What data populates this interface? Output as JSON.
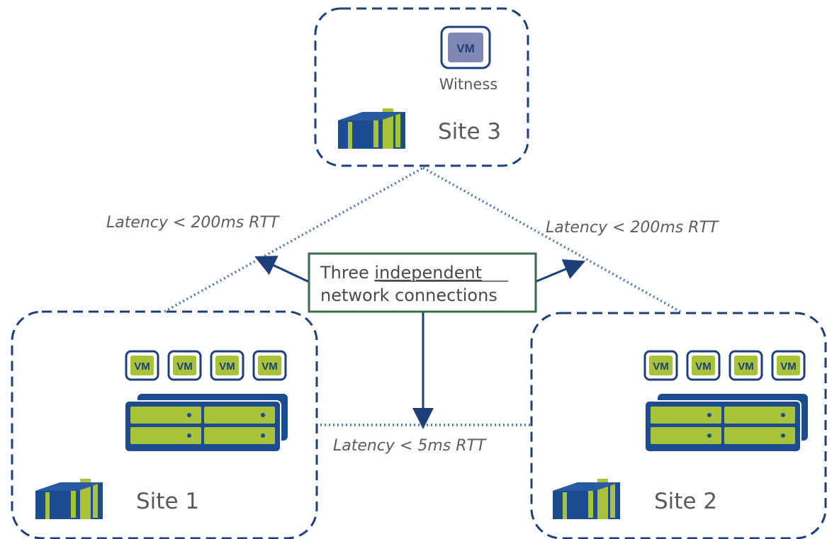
{
  "sites": {
    "site3": {
      "label": "Site 3",
      "witness_vm": "VM",
      "witness_label": "Witness"
    },
    "site1": {
      "label": "Site 1",
      "vms": [
        "VM",
        "VM",
        "VM",
        "VM"
      ]
    },
    "site2": {
      "label": "Site 2",
      "vms": [
        "VM",
        "VM",
        "VM",
        "VM"
      ]
    }
  },
  "links": {
    "left": "Latency < 200ms RTT",
    "right": "Latency < 200ms RTT",
    "bottom": "Latency < 5ms RTT"
  },
  "callout": {
    "line1_prefix": "Three ",
    "line1_underlined": "independent",
    "line2": "network connections"
  },
  "colors": {
    "navy": "#1d3f7a",
    "lime": "#a8c23a",
    "callout_border": "#3d6b4a",
    "witness_vm": "#7f88b5"
  }
}
